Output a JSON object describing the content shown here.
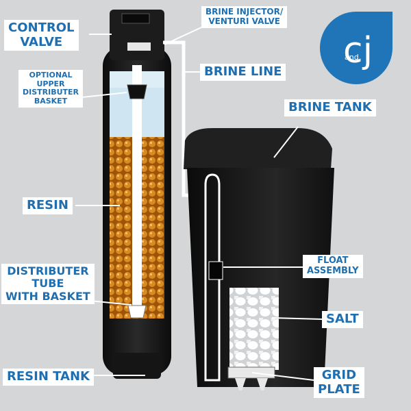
{
  "labels": {
    "control_valve": "CONTROL\nVALVE",
    "brine_injector": "BRINE INJECTOR/\nVENTURI VALVE",
    "brine_line": "BRINE LINE",
    "optional_basket": "OPTIONAL\nUPPER\nDISTRIBUTER\nBASKET",
    "brine_tank": "BRINE TANK",
    "resin": "RESIN",
    "float_assembly": "FLOAT\nASSEMBLY",
    "distributer_tube": "DISTRIBUTER\nTUBE\nWITH BASKET",
    "salt": "SALT",
    "resin_tank": "RESIN TANK",
    "grid_plate": "GRID\nPLATE"
  },
  "logo": {
    "text": "and",
    "letters": "cj",
    "color": "#1f75b8"
  },
  "colors": {
    "label_text": "#1f6fb0",
    "label_bg": "#ffffff",
    "line": "#ffffff",
    "tank": "#1a1a1a",
    "resin": "#c87a1c"
  }
}
